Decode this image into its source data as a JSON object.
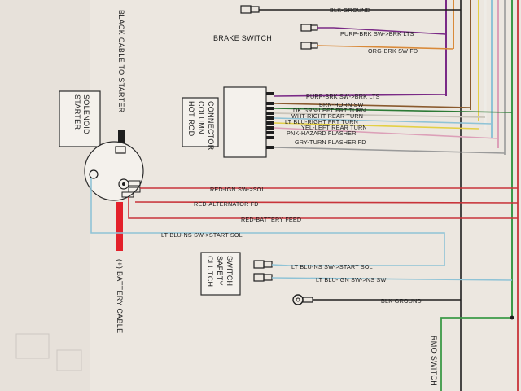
{
  "colors": {
    "paper": "#ece7e0",
    "black": "#1e1e1e",
    "red": "#c8343a",
    "bright_red": "#e3202a",
    "purple": "#7a2a86",
    "orange": "#d98a3a",
    "brown": "#8a5a2e",
    "dark_green": "#2d7a35",
    "white": "#f8f8f4",
    "light_blue": "#8fc3d6",
    "yellow": "#e3cf45",
    "pink": "#dca0b8",
    "gray": "#9a9a9a",
    "green": "#3c9a48"
  },
  "labels": {
    "blk_ground_top": "BLK-GROUND",
    "brake_switch": "BRAKE SWITCH",
    "purp_brk_lts_top": "PURP-BRK SW->BRK LTS",
    "org_brk_fd": "ORG-BRK SW FD",
    "starter_solenoid_1": "STARTER",
    "starter_solenoid_2": "SOLENOID",
    "black_cable_to_starter": "BLACK CABLE TO STARTER",
    "hot_rod_1": "HOT ROD",
    "hot_rod_2": "COLUMN",
    "hot_rod_3": "CONNECTOR",
    "purp_brk_lts": "PURP-BRK SW->BRK LTS",
    "brn_horn_sw": "BRN-HORN SW",
    "dk_grn_left_frt": "DK GRN-LEFT FRT TURN",
    "wht_right_rear": "WHT-RIGHT REAR TURN",
    "lt_blu_right_frt": "LT BLU-RIGHT FRT TURN",
    "yel_left_rear": "YEL-LEFT REAR TURN",
    "pnk_hazard": "PNK-HAZARD FLASHER",
    "gry_turn_flasher": "GRY-TURN FLASHER FD",
    "red_ign_sol": "RED-IGN SW->SOL",
    "red_alternator_fd": "RED-ALTERNATOR FD",
    "red_battery_feed": "RED-BATTERY FEED",
    "lt_blu_ns_start_sol": "LT BLU-NS SW->START SOL",
    "clutch_1": "CLUTCH",
    "clutch_2": "SAFETY",
    "clutch_3": "SWITCH",
    "lt_blu_start_sol_2": "LT BLU-NS SW->START SOL",
    "lt_blu_ign_ns": "LT BLU-IGN SW->NS SW",
    "battery_cable": "(+) BATTERY CABLE",
    "blk_ground_bottom": "BLK-GROUND",
    "thermo_switch": "RMO SWITCH"
  }
}
